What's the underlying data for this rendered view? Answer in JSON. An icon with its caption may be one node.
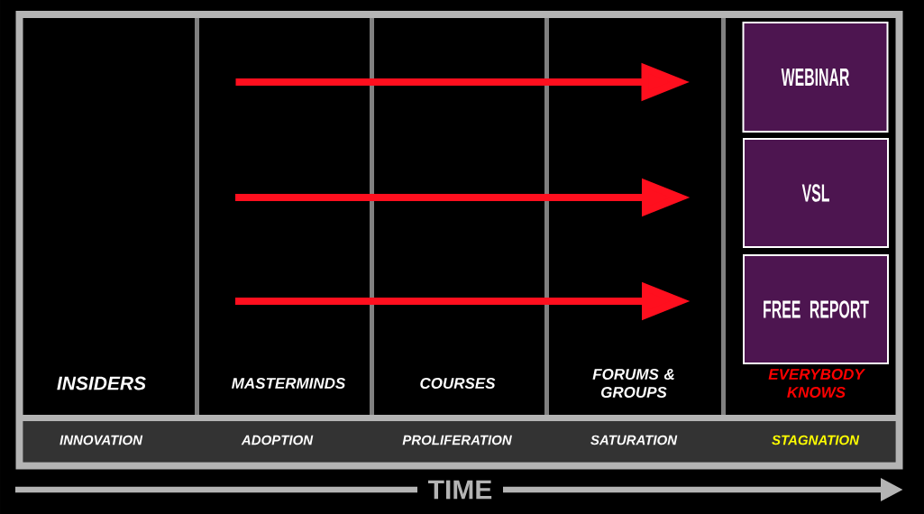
{
  "diagram": {
    "nodes": [
      {
        "text": [
          "WEBINAR"
        ]
      },
      {
        "text": [
          "VSL"
        ]
      },
      {
        "text": [
          "FREE REPORT"
        ]
      }
    ],
    "edges": [
      {
        "from": null,
        "to": 0,
        "arrow": "to"
      },
      {
        "from": null,
        "to": 1,
        "arrow": "to"
      },
      {
        "from": null,
        "to": 2,
        "arrow": "to"
      }
    ],
    "labels": [
      "INSIDERS",
      "MASTERMINDS",
      "COURSES",
      "FORUMS & GROUPS",
      "EVERYBODY KNOWS",
      "INNOVATION",
      "ADOPTION",
      "PROLIFERATION",
      "SATURATION",
      "STAGNATION",
      "TIME"
    ]
  }
}
